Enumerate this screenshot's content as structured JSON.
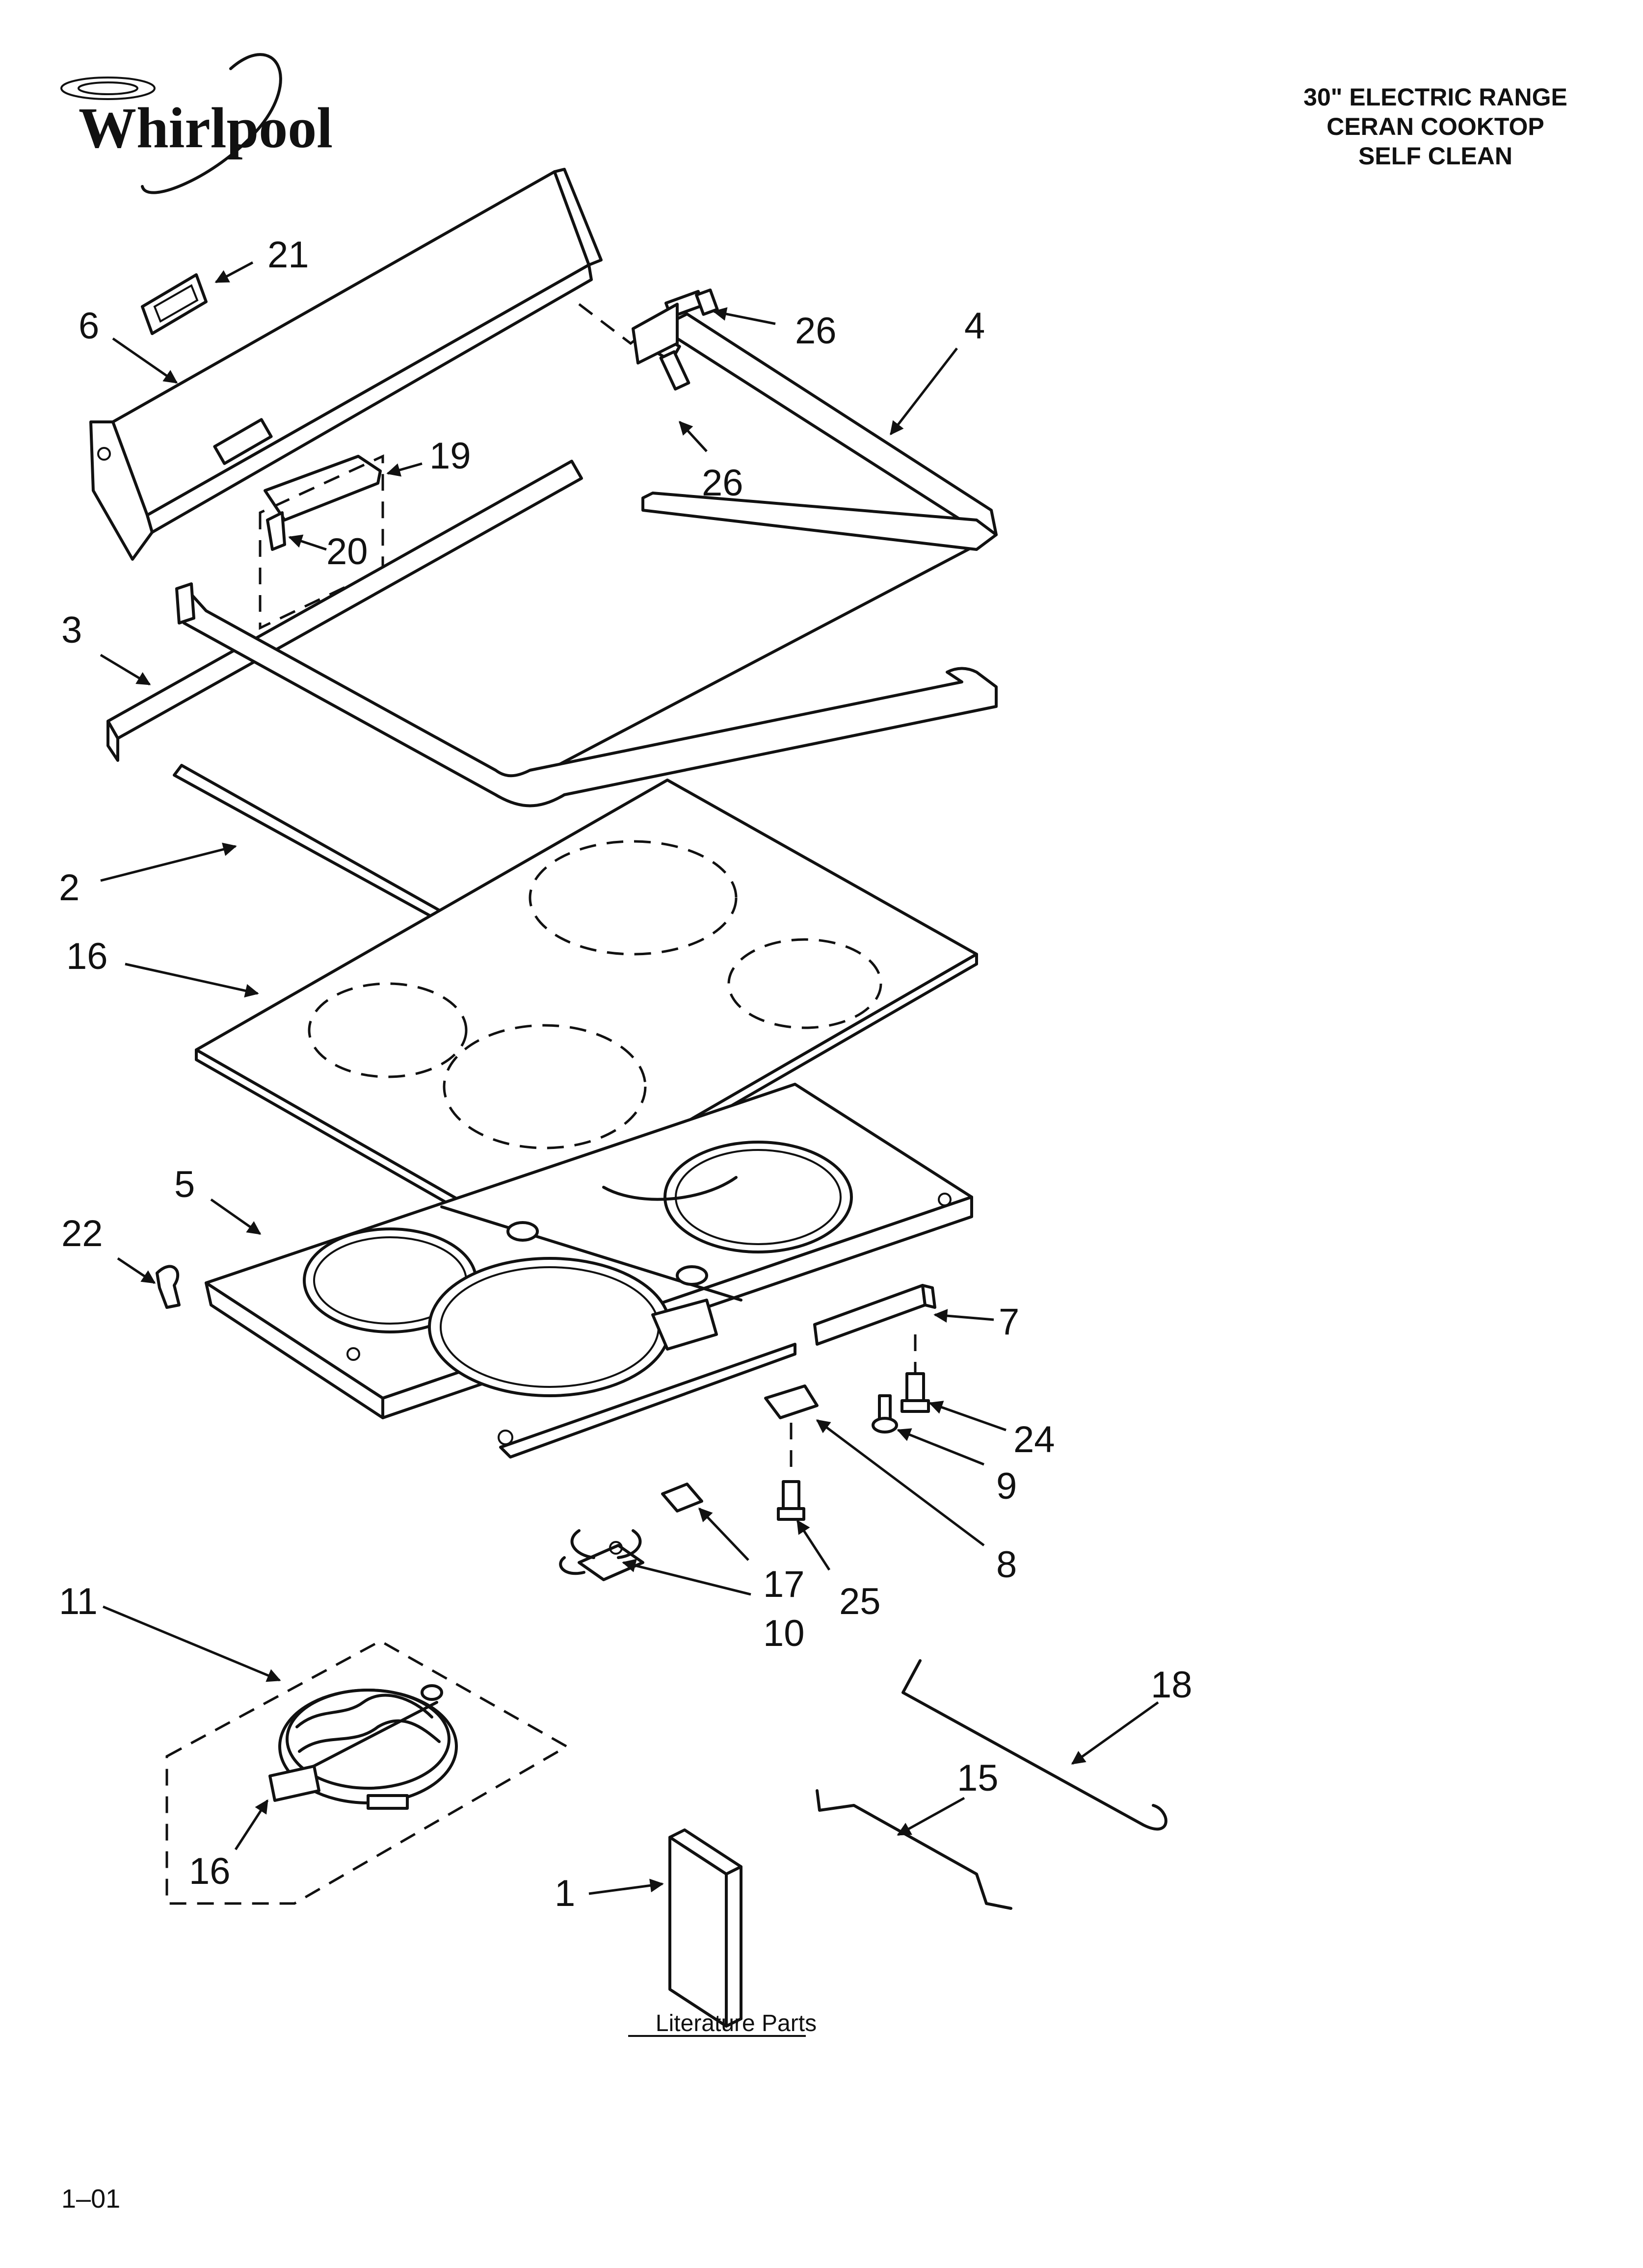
{
  "brand": {
    "name": "Whirlpool"
  },
  "title_lines": [
    "30\" ELECTRIC RANGE",
    "CERAN COOKTOP",
    "SELF CLEAN"
  ],
  "colors": {
    "ink": "#111111",
    "paper": "#ffffff"
  },
  "footer": {
    "code": "1–01"
  },
  "literature_caption": "Literature Parts",
  "callouts": [
    "21",
    "6",
    "26",
    "4",
    "26",
    "19",
    "20",
    "3",
    "2",
    "16",
    "5",
    "22",
    "7",
    "24",
    "9",
    "8",
    "17",
    "25",
    "10",
    "11",
    "18",
    "15",
    "16",
    "1"
  ]
}
